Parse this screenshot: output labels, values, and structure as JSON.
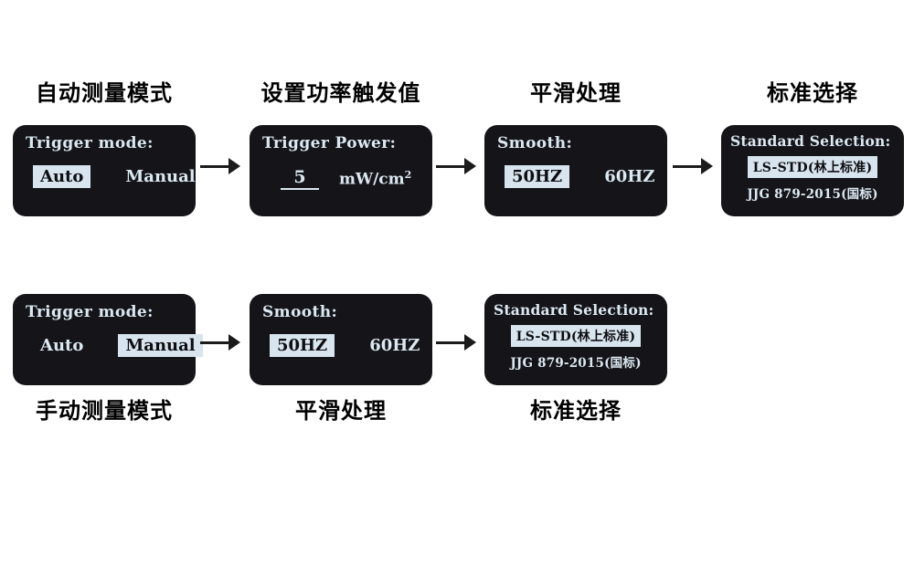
{
  "colors": {
    "page_bg": "#ffffff",
    "screen_bg": "#141419",
    "screen_text": "#dce8f1",
    "highlight_bg": "#d8e5ee",
    "highlight_text": "#0e0e12",
    "arrow": "#1b1b1b",
    "label_text": "#000000"
  },
  "row1": {
    "step1": {
      "label": "自动测量模式",
      "title": "Trigger mode:",
      "options": [
        {
          "text": "Auto",
          "selected": true
        },
        {
          "text": "Manual",
          "selected": false
        }
      ]
    },
    "step2": {
      "label": "设置功率触发值",
      "title": "Trigger Power:",
      "value": "5",
      "unit": "mW/cm",
      "unit_exponent": "2"
    },
    "step3": {
      "label": "平滑处理",
      "title": "Smooth:",
      "options": [
        {
          "text": "50HZ",
          "selected": true
        },
        {
          "text": "60HZ",
          "selected": false
        }
      ]
    },
    "step4": {
      "label": "标准选择",
      "title": "Standard Selection:",
      "options": [
        {
          "text": "LS-STD(林上标准)",
          "selected": true
        },
        {
          "text": "JJG 879-2015(国标)",
          "selected": false
        }
      ]
    }
  },
  "row2": {
    "step1": {
      "label": "手动测量模式",
      "title": "Trigger mode:",
      "options": [
        {
          "text": "Auto",
          "selected": false
        },
        {
          "text": "Manual",
          "selected": true
        }
      ]
    },
    "step2": {
      "label": "平滑处理",
      "title": "Smooth:",
      "options": [
        {
          "text": "50HZ",
          "selected": true
        },
        {
          "text": "60HZ",
          "selected": false
        }
      ]
    },
    "step3": {
      "label": "标准选择",
      "title": "Standard Selection:",
      "options": [
        {
          "text": "LS-STD(林上标准)",
          "selected": true
        },
        {
          "text": "JJG 879-2015(国标)",
          "selected": false
        }
      ]
    }
  }
}
